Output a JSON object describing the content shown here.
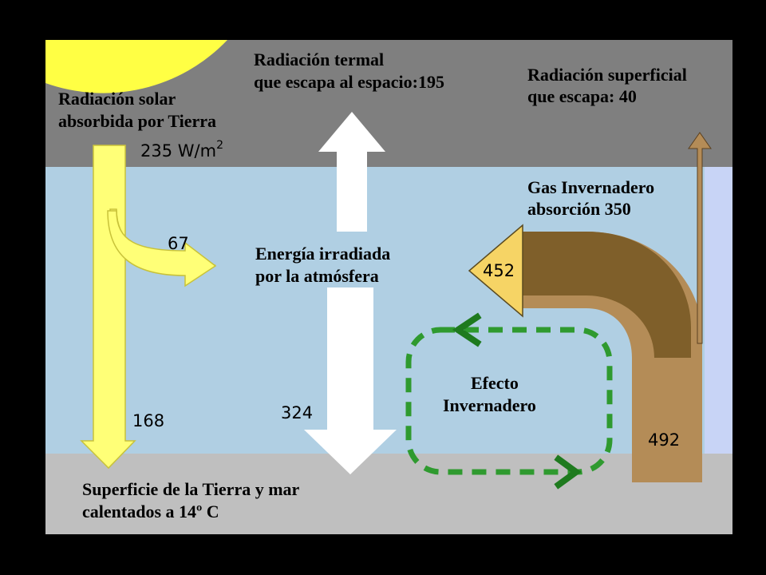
{
  "labels": {
    "solar_absorbed_line1": "Radiación solar",
    "solar_absorbed_line2": "absorbida por Tierra",
    "solar_value": "235 W/m",
    "solar_value_exp": "2",
    "thermal_escape_line1": "Radiación termal",
    "thermal_escape_line2": "que escapa al espacio:195",
    "surface_escape_line1": "Radiación superficial",
    "surface_escape_line2": "que escapa: 40",
    "ghg_absorb_line1": "Gas Invernadero",
    "ghg_absorb_line2": "absorción 350",
    "atmos_radiated_line1": "Energía irradiada",
    "atmos_radiated_line2": "por la atmósfera",
    "greenhouse_effect_line1": "Efecto",
    "greenhouse_effect_line2": "Invernadero",
    "surface_line1": "Superficie de la Tierra y mar",
    "surface_line2": "calentados a 14º C"
  },
  "flows": {
    "atmos_absorbed_solar": "67",
    "solar_to_surface": "168",
    "back_radiation": "324",
    "ghg_emitted": "452",
    "surface_emitted": "492"
  },
  "colors": {
    "background": "#000000",
    "space_band": "#7f7f7f",
    "atmosphere": "#b0cfe3",
    "atmosphere_edge": "#c8d4f6",
    "surface": "#bfbfbf",
    "sun": "#ffff44",
    "solar_arrow": "#ffff77",
    "solar_arrow_stroke": "#c8c23a",
    "white_arrow": "#ffffff",
    "surface_flow_light": "#b48c57",
    "surface_flow_dark": "#7f5f2a",
    "ghg_arrowhead": "#f6d465",
    "greenhouse_loop": "#2f9a2f",
    "greenhouse_chevron": "#1e7a1e"
  }
}
